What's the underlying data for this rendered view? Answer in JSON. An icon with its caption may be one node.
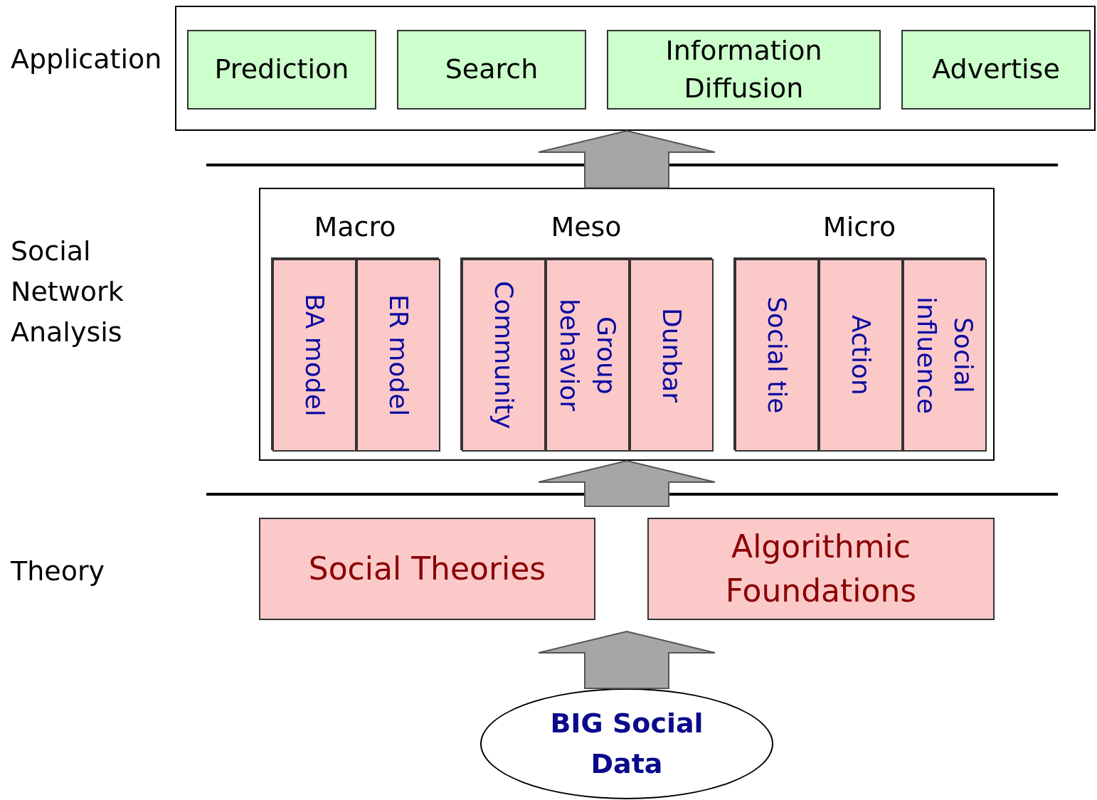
{
  "diagram": {
    "nodes": [
      {
        "text": [],
        "shape": "box"
      },
      {
        "text": [
          "Prediction"
        ],
        "in": 0
      },
      {
        "text": [
          "Search"
        ],
        "in": 0
      },
      {
        "text": [
          "Information Diffusion"
        ],
        "in": 0
      },
      {
        "text": [
          "Advertise"
        ],
        "in": 0
      },
      {
        "text": [],
        "shape": "box"
      },
      {
        "text": [
          "Macro"
        ],
        "in": 5
      },
      {
        "text": [
          "BA model"
        ],
        "in": 6
      },
      {
        "text": [
          "ER model"
        ],
        "in": 6
      },
      {
        "text": [
          "Meso"
        ],
        "in": 5
      },
      {
        "text": [
          "Community"
        ],
        "in": 9
      },
      {
        "text": [
          "Group behavior"
        ],
        "in": 9
      },
      {
        "text": [
          "Dunbar"
        ],
        "in": 9
      },
      {
        "text": [
          "Micro"
        ],
        "in": 5
      },
      {
        "text": [
          "Social tie"
        ],
        "in": 13
      },
      {
        "text": [
          "Action"
        ],
        "in": 13
      },
      {
        "text": [
          "Social influence"
        ],
        "in": 13
      },
      {
        "text": [
          "Social Theories"
        ]
      },
      {
        "text": [
          "Algorithmic Foundations"
        ]
      },
      {
        "text": [
          "BIG Social Data"
        ]
      }
    ],
    "edges": [
      {
        "from": 5,
        "to": 0,
        "arrow": "to",
        "style": "thick"
      },
      {
        "from": null,
        "to": 5,
        "arrow": "to",
        "style": "thick"
      },
      {
        "from": 19,
        "to": null,
        "arrow": "to",
        "style": "thick"
      }
    ],
    "labels": [
      "Application",
      "Social Network Analysis",
      "Theory"
    ]
  }
}
